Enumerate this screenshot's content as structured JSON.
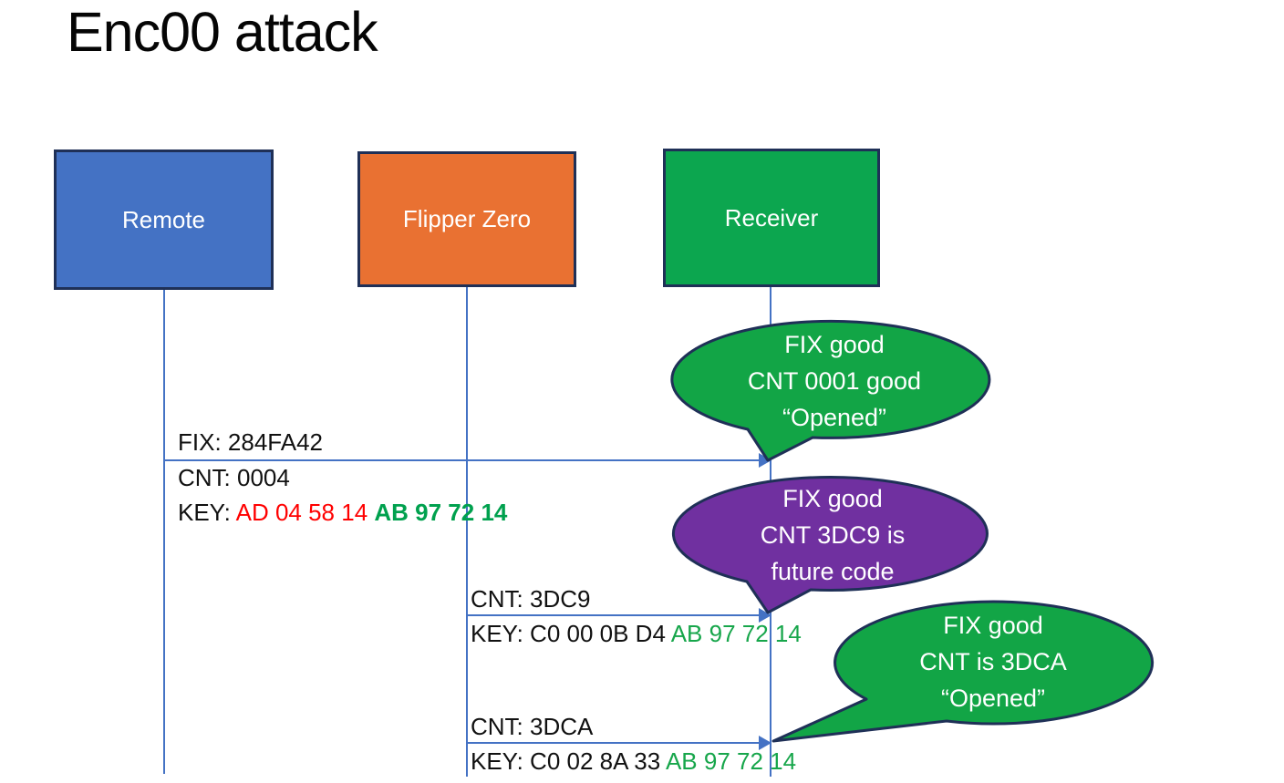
{
  "title": "Enc00 attack",
  "actors": [
    {
      "id": "remote",
      "label": "Remote",
      "color": "#4472C4"
    },
    {
      "id": "flipper",
      "label": "Flipper Zero",
      "color": "#E97132"
    },
    {
      "id": "receiver",
      "label": "Receiver",
      "color": "#0CA64F"
    }
  ],
  "messages": [
    {
      "from": "Remote",
      "to": "Receiver",
      "fix": "FIX: 284FA42",
      "cnt": "CNT: 0004",
      "key_label": "KEY: ",
      "key_red": "AD 04 58 14 ",
      "key_green": "AB 97 72 14"
    },
    {
      "from": "Flipper Zero",
      "to": "Receiver",
      "cnt": "CNT: 3DC9",
      "key_label": "KEY: C0 00 0B D4 ",
      "key_green": "AB 97 72 14"
    },
    {
      "from": "Flipper Zero",
      "to": "Receiver",
      "cnt": "CNT: 3DCA",
      "key_label": "KEY: C0 02 8A 33 ",
      "key_green": "AB 97 72 14"
    }
  ],
  "callouts": [
    {
      "fill": "#12A546",
      "lines": [
        "FIX good",
        "CNT 0001 good",
        "“Opened”"
      ]
    },
    {
      "fill": "#7030A0",
      "lines": [
        "FIX good",
        "CNT 3DC9 is",
        "future code"
      ]
    },
    {
      "fill": "#12A546",
      "lines": [
        "FIX good",
        "CNT is 3DCA",
        "“Opened”"
      ]
    }
  ],
  "colors": {
    "box_blue": "#4472C4",
    "box_orange": "#E97132",
    "box_green": "#0CA64F",
    "callout_green": "#12A546",
    "callout_purple": "#7030A0",
    "outline_navy": "#1F3057",
    "line_blue": "#4472C4",
    "key_red_text": "#FF0000",
    "key_green_text": "#17A64B",
    "text_black": "#111111"
  }
}
